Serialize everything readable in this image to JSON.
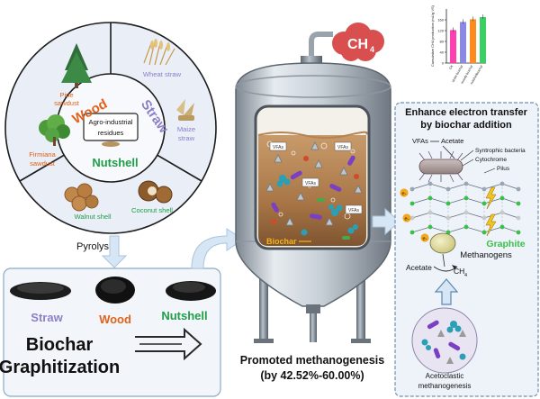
{
  "wheel": {
    "center_label": "Agro-industrial residues",
    "center_label_line1": "Agro-industrial",
    "center_label_line2": "residues",
    "sectors": {
      "wood": "Wood",
      "straw": "Straw",
      "nutshell": "Nutshell"
    },
    "samples": {
      "pine": "Pine sawdust",
      "pine_l1": "Pine",
      "pine_l2": "sawdust",
      "firmiana": "Firmiana sawdust",
      "firmiana_l1": "Firmiana",
      "firmiana_l2": "sawdust",
      "wheat": "Wheat straw",
      "maize": "Maize straw",
      "maize_l1": "Maize",
      "maize_l2": "straw",
      "walnut": "Walnut shell",
      "coconut": "Coconut shell"
    }
  },
  "process": {
    "pyrolysis": "Pyrolysis"
  },
  "biochar_box": {
    "labels": {
      "straw": "Straw",
      "wood": "Wood",
      "nutshell": "Nutshell"
    },
    "title_line1": "Biochar",
    "title_line2": "Graphitization"
  },
  "reactor": {
    "gas": "CH4",
    "gas_base": "CH",
    "gas_sub": "4",
    "vfas": "VFAs",
    "biochar_tag": "Biochar",
    "result_line1": "Promoted methanogenesis",
    "result_line2": "(by 42.52%-60.00%)"
  },
  "chart_data": {
    "type": "bar",
    "categories": [
      "CK",
      "straw biochar",
      "woody biochar",
      "nutshellbiochar"
    ],
    "values": [
      122,
      152,
      162,
      170
    ],
    "ylabel": "Cumulative CH4 production (mL/g VS)",
    "ylim": [
      0,
      200
    ],
    "yticks": [
      0,
      40,
      80,
      120,
      160
    ],
    "colors": [
      "#ff3fb0",
      "#8a8ae6",
      "#ff8a1e",
      "#3ccf63"
    ]
  },
  "mechanism": {
    "title_line1": "Enhance electron transfer",
    "title_line2": "by biochar addition",
    "vfas": "VFAs",
    "acetate_top": "Acetate",
    "syntrophic": "Syntrophic bacteria",
    "cytochrome": "Cytochrome",
    "pilus": "Pilus",
    "electron": "e-",
    "graphite": "Graphite",
    "methanogens": "Methanogens",
    "acetate_bottom": "Acetate",
    "ch4_base": "CH",
    "ch4_sub": "4",
    "acetoclastic_line1": "Acetoclastic",
    "acetoclastic_line2": "methanogenesis"
  },
  "colors": {
    "straw": "#8c7fc9",
    "wood": "#e0621b",
    "nutshell": "#1f9e47",
    "graphite": "#3bbf4a",
    "panel_bg": "#eef3fa",
    "arrow": "#d6e6f5",
    "ch4_text": "#ffffff",
    "ch4_cloud": "#d94f4f"
  }
}
